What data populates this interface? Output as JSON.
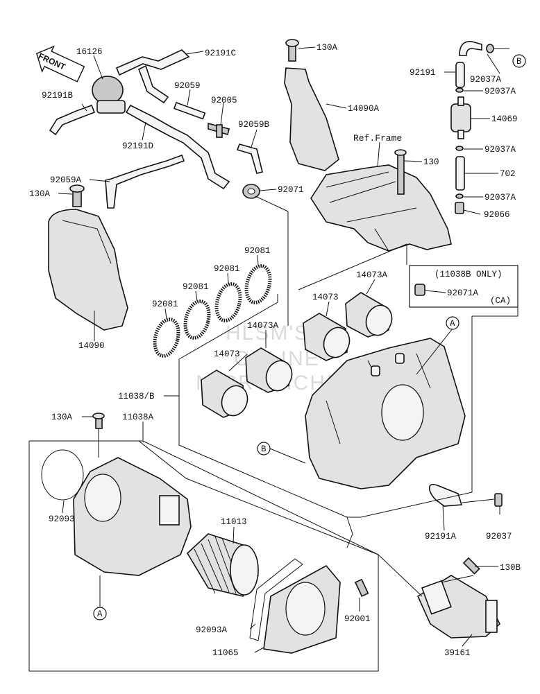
{
  "front_marker": "FRONT",
  "watermark": [
    "HLSM'S",
    "ONLINE",
    "MICROFICHE"
  ],
  "frame_label": "Ref.Frame",
  "note": {
    "line1": "(11038B ONLY)",
    "line2": "(CA)"
  },
  "callouts": {
    "a": "A",
    "b": "B"
  },
  "labels": {
    "p16126": "16126",
    "p92191C": "92191C",
    "p92191B": "92191B",
    "p92059": "92059",
    "p92005": "92005",
    "p92059B": "92059B",
    "p92191D": "92191D",
    "p92059A": "92059A",
    "p130A_top": "130A",
    "p130A_left": "130A",
    "p130A_lower": "130A",
    "p14090A": "14090A",
    "p130": "130",
    "p92191": "92191",
    "p92037A_1": "92037A",
    "p92037A_2": "92037A",
    "p92037A_3": "92037A",
    "p92037A_4": "92037A",
    "p14069": "14069",
    "p702": "702",
    "p92066": "92066",
    "p92071": "92071",
    "p92071A": "92071A",
    "p14090": "14090",
    "p92081_1": "92081",
    "p92081_2": "92081",
    "p92081_3": "92081",
    "p92081_4": "92081",
    "p14073A_1": "14073A",
    "p14073A_2": "14073A",
    "p14073_1": "14073",
    "p14073_2": "14073",
    "p11038B": "11038/B",
    "p11038A": "11038A",
    "p92093": "92093",
    "p11013": "11013",
    "p92093A": "92093A",
    "p11065": "11065",
    "p92001": "92001",
    "p92191A": "92191A",
    "p92037": "92037",
    "p130B": "130B",
    "p39161": "39161"
  }
}
